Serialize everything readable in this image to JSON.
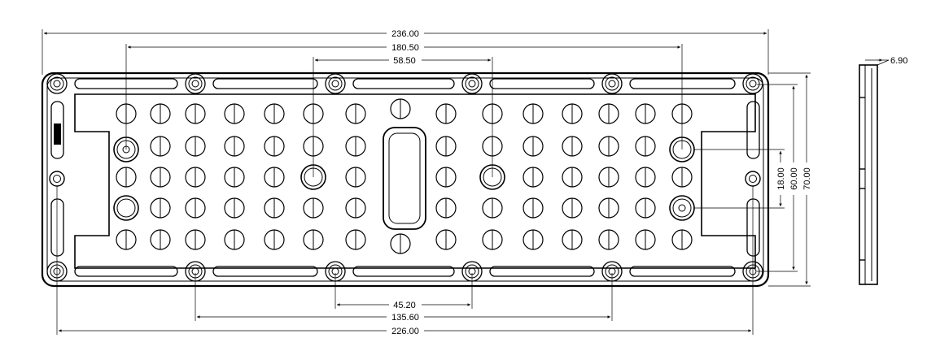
{
  "drawing": {
    "dimensions": {
      "overall_length": "236.00",
      "outer_hole_spacing": "180.50",
      "inner_hole_spacing": "58.50",
      "thickness": "6.90",
      "inner_height": "18.00",
      "mid_height": "60.00",
      "overall_height": "70.00",
      "bottom_inner_span": "45.20",
      "bottom_mid_span": "135.60",
      "bottom_overall_span": "226.00"
    }
  }
}
